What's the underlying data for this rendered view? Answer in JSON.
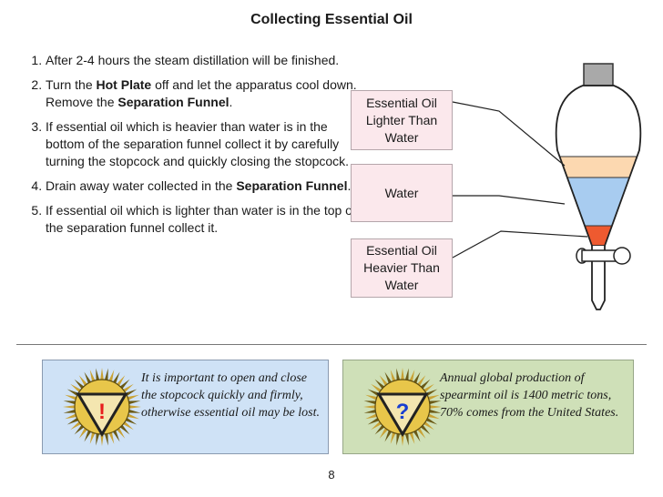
{
  "title": "Collecting Essential Oil",
  "steps": [
    {
      "num": "1.",
      "parts": [
        {
          "t": "After 2-4 hours the steam distillation will be finished.",
          "b": false
        }
      ]
    },
    {
      "num": "2.",
      "parts": [
        {
          "t": "Turn the ",
          "b": false
        },
        {
          "t": "Hot Plate",
          "b": true
        },
        {
          "t": " off and let the apparatus cool down. Remove the ",
          "b": false
        },
        {
          "t": "Separation Funnel",
          "b": true
        },
        {
          "t": ".",
          "b": false
        }
      ]
    },
    {
      "num": "3.",
      "parts": [
        {
          "t": "If essential oil which is heavier than water is in the bottom of the separation funnel collect it by carefully turning the stopcock and quickly closing the stopcock.",
          "b": false
        }
      ]
    },
    {
      "num": "4.",
      "parts": [
        {
          "t": "Drain away water collected in the ",
          "b": false
        },
        {
          "t": "Separation Funnel",
          "b": true
        },
        {
          "t": ".",
          "b": false
        }
      ]
    },
    {
      "num": "5.",
      "parts": [
        {
          "t": "If essential oil which is lighter than water is in the top of the separation funnel collect it.",
          "b": false
        }
      ]
    }
  ],
  "diagram": {
    "label_lighter": "Essential Oil Lighter Than Water",
    "label_water": "Water",
    "label_heavier": "Essential Oil Heavier Than Water",
    "colors": {
      "lighter_oil": "#fcd8b0",
      "water": "#a8ccf0",
      "heavier_oil": "#ee5a30",
      "glass_cap": "#a9a9a9"
    }
  },
  "notes": {
    "warning": {
      "symbol": "!",
      "text": "It is important to open and close the stopcock quickly and firmly, otherwise essential oil may be lost.",
      "symbol_color": "#e81c1c",
      "icon": "warning-exclamation-icon"
    },
    "fact": {
      "symbol": "?",
      "text": "Annual global production of spearmint oil is 1400 metric tons, 70% comes from the United States.",
      "symbol_color": "#1a3fd0",
      "icon": "question-icon"
    }
  },
  "page_number": "8"
}
